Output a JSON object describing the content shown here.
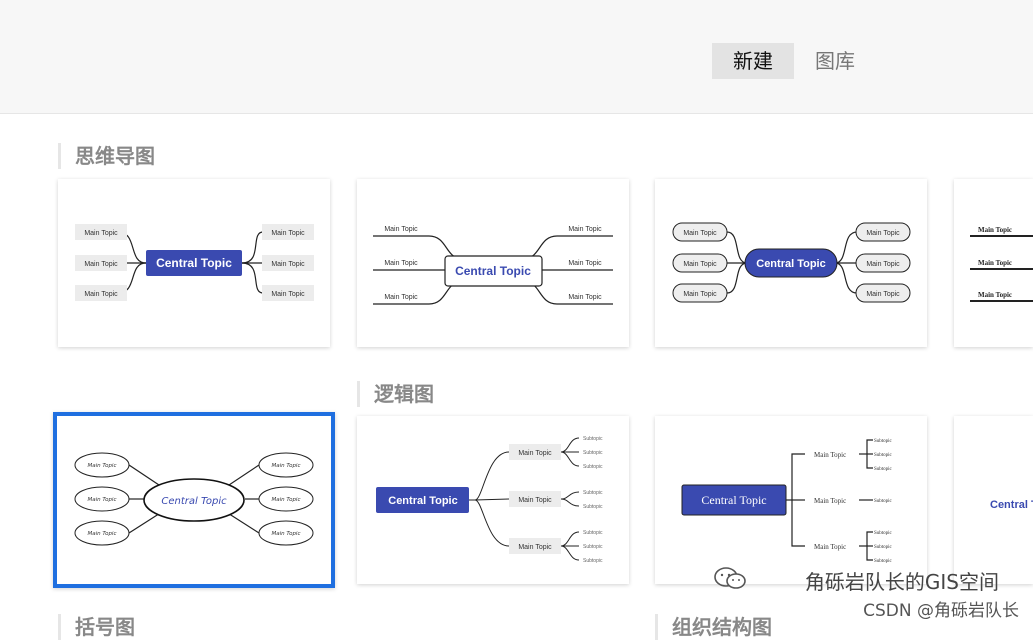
{
  "header": {
    "tabs": [
      {
        "label": "新建",
        "active": true
      },
      {
        "label": "图库",
        "active": false
      }
    ]
  },
  "sections": [
    {
      "title": "思维导图"
    },
    {
      "title": "逻辑图"
    },
    {
      "title": "括号图"
    },
    {
      "title": "组织结构图"
    }
  ],
  "node_text": {
    "central": "Central Topic",
    "central_partial": "Central T",
    "main": "Main Topic",
    "sub": "Subtopic"
  },
  "colors": {
    "accent": "#3a4ab0",
    "selection": "#1f6fe0"
  },
  "watermark": {
    "line1": "角砾岩队长的GIS空间",
    "line2": "CSDN @角砾岩队长",
    "icon": "wechat-icon"
  }
}
